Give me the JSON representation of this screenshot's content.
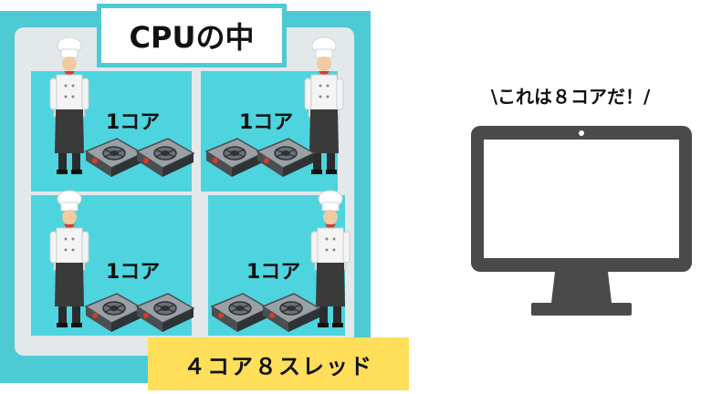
{
  "cpu": {
    "title": "CPUの中",
    "threads_label": "４コア８スレッド",
    "cores": [
      {
        "label": "1コア"
      },
      {
        "label": "1コア"
      },
      {
        "label": "1コア"
      },
      {
        "label": "1コア"
      }
    ]
  },
  "monitor": {
    "caption": "\\これは８コアだ！/"
  },
  "colors": {
    "cpu_teal": "#4dcad3",
    "core_cyan": "#4dd4de",
    "frame_gray": "#e3e8ea",
    "banner_yellow": "#ffde59",
    "monitor_dark": "#4a4a4a"
  }
}
